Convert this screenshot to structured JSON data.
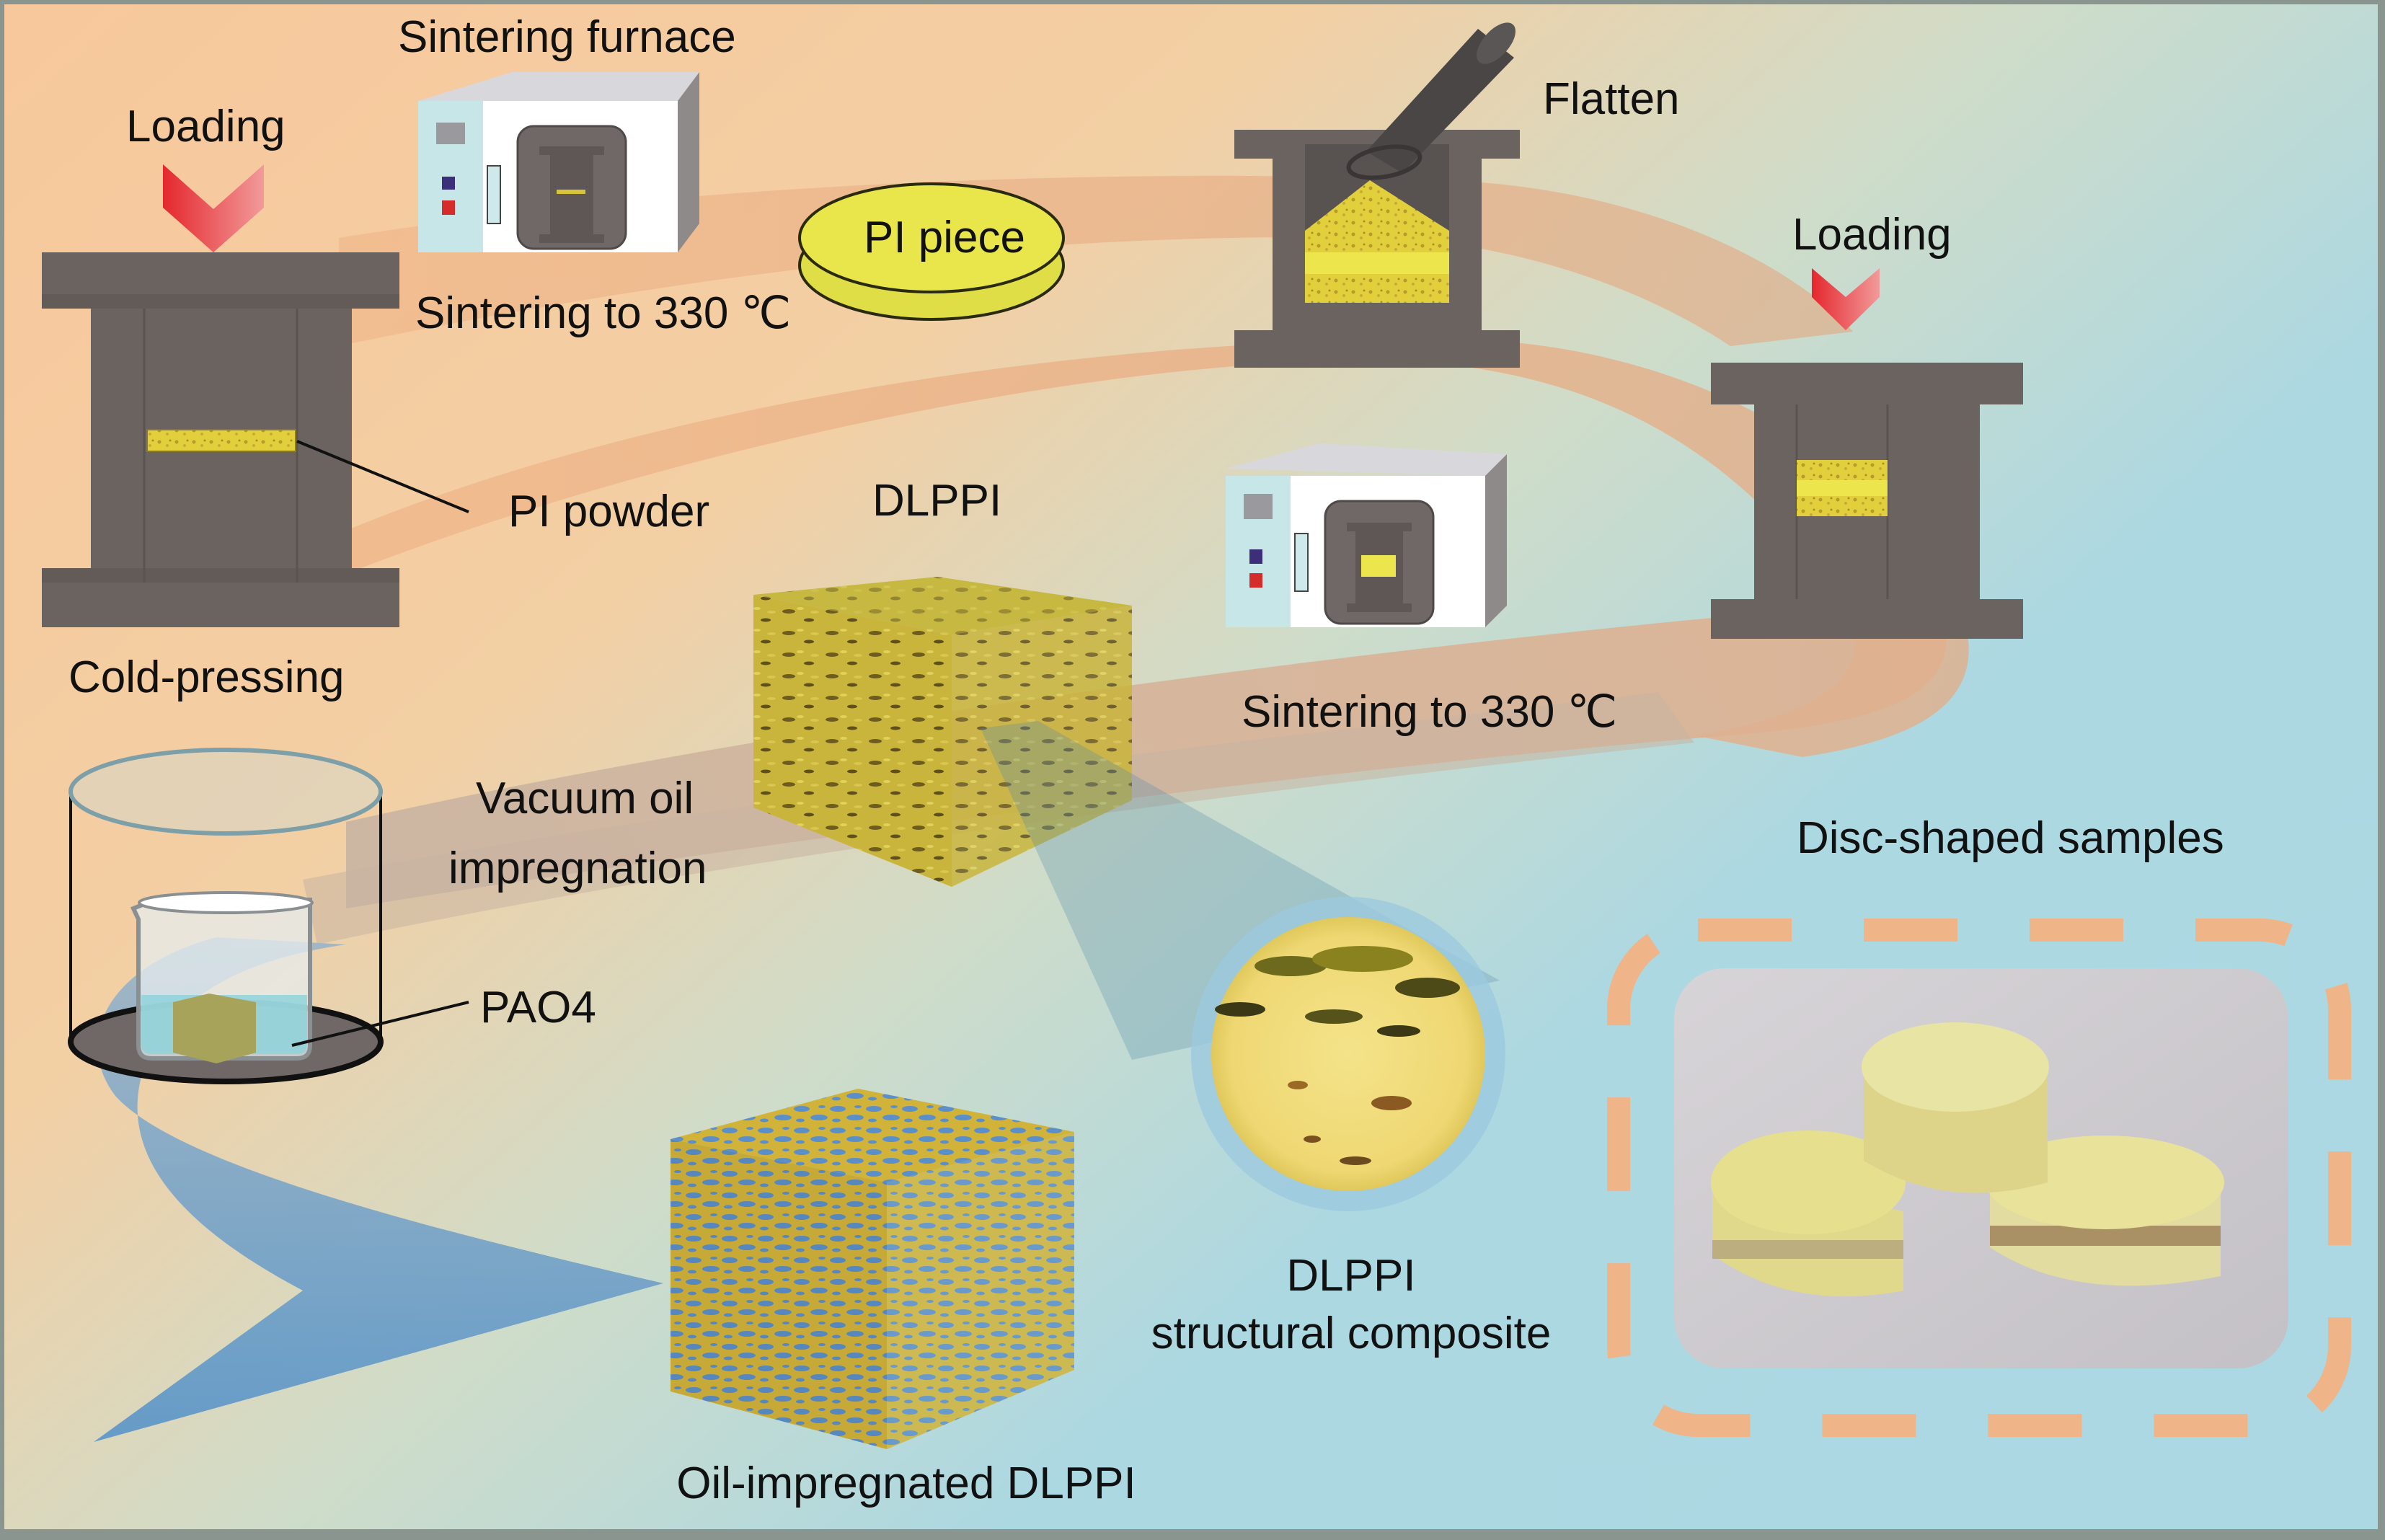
{
  "figure": {
    "background_colors": {
      "warm": "#f6c79c",
      "cool": "#acd8e2",
      "frame": "#8a9590"
    },
    "band_color": "#e9b38a",
    "impregnation_band_color": "#6b9ac2",
    "mold_color": "#6b6360",
    "arrow_color": "#e8343a",
    "pi_color": "#e8e64a",
    "dash_border_color": "#efb488"
  },
  "labels": {
    "loading_1": "Loading",
    "sintering_furnace": "Sintering furnace",
    "sintering_1": "Sintering to 330 ℃",
    "pi_piece": "PI piece",
    "flatten": "Flatten",
    "loading_2": "Loading",
    "pi_powder": "PI powder",
    "cold_pressing": "Cold-pressing",
    "dlppi": "DLPPI",
    "sintering_2": "Sintering to 330 ℃",
    "vacuum_oil_line1": "Vacuum oil",
    "vacuum_oil_line2": "impregnation",
    "pao4": "PAO4",
    "disc_shaped_samples": "Disc-shaped samples",
    "composite_line1": "DLPPI",
    "composite_line2": "structural composite",
    "oil_impregnated": "Oil-impregnated DLPPI"
  },
  "steps": [
    {
      "id": "cold-pressing",
      "label": "Cold-pressing"
    },
    {
      "id": "sintering-1",
      "label": "Sintering to 330 ℃"
    },
    {
      "id": "flatten",
      "label": "Flatten"
    },
    {
      "id": "loading-2",
      "label": "Loading"
    },
    {
      "id": "sintering-2",
      "label": "Sintering to 330 ℃"
    },
    {
      "id": "vacuum-oil-impregnation",
      "label": "Vacuum oil impregnation"
    }
  ]
}
